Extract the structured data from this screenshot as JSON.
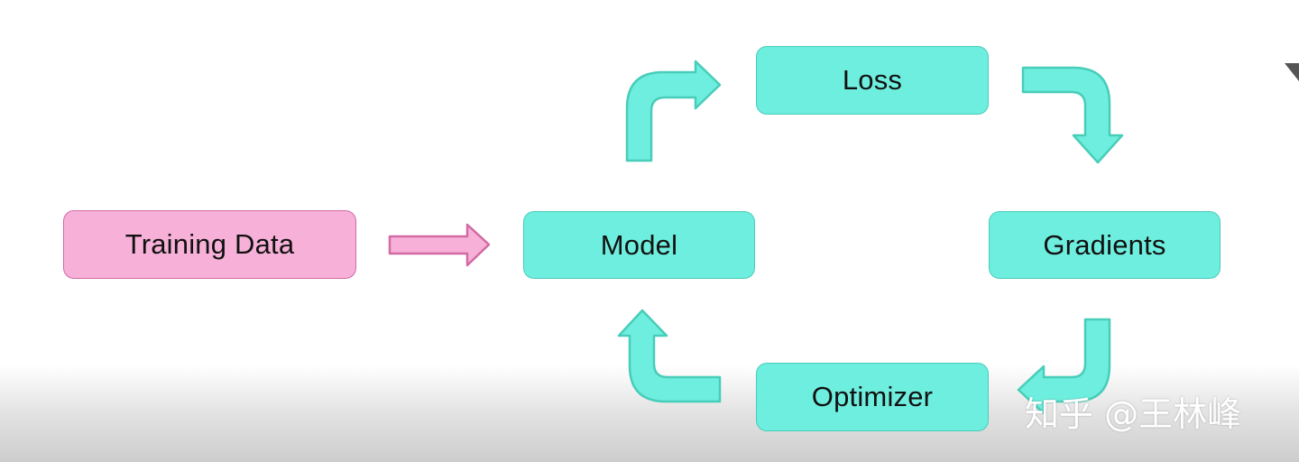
{
  "diagram": {
    "nodes": {
      "training_data": "Training Data",
      "model": "Model",
      "loss": "Loss",
      "gradients": "Gradients",
      "optimizer": "Optimizer"
    },
    "colors": {
      "teal_fill": "#6eeede",
      "teal_border": "#48cdb9",
      "pink_fill": "#f7b1d8",
      "pink_border": "#d26aa4"
    }
  },
  "watermark": "知乎 @王林峰"
}
